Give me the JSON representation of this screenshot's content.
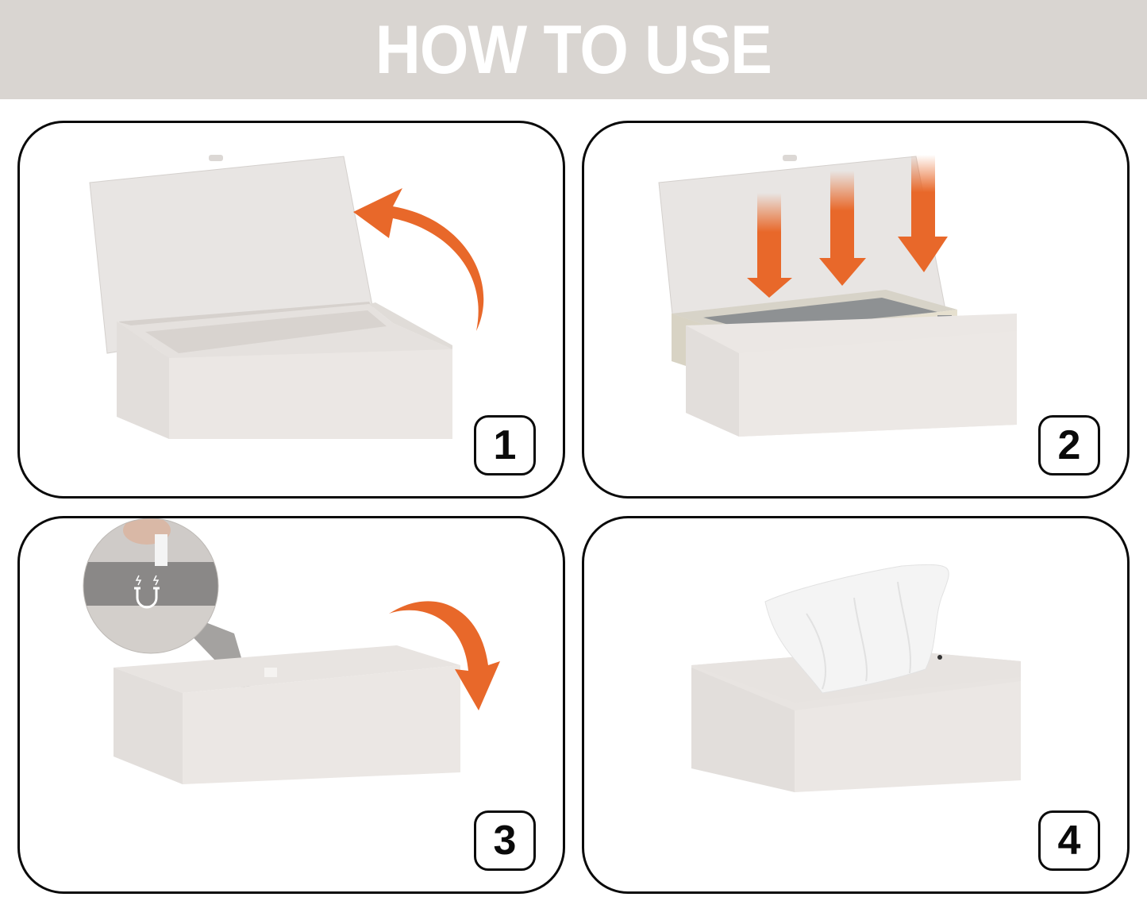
{
  "header": {
    "title": "HOW TO USE"
  },
  "colors": {
    "header_bg": "#d9d5d1",
    "header_text": "#ffffff",
    "accent_arrow": "#e8682a",
    "box_fabric": "#ebe7e4",
    "panel_border": "#0a0a0a"
  },
  "steps": [
    {
      "number": "1",
      "action": "open-lid",
      "icon": "curved-arrow-up-icon"
    },
    {
      "number": "2",
      "action": "insert-tissue-pack",
      "icon": "down-arrows-icon"
    },
    {
      "number": "3",
      "action": "close-lid-magnetic",
      "icon": "curved-arrow-down-icon",
      "inset_icon": "magnet-icon"
    },
    {
      "number": "4",
      "action": "pull-tissue",
      "icon": "tissue-icon"
    }
  ]
}
